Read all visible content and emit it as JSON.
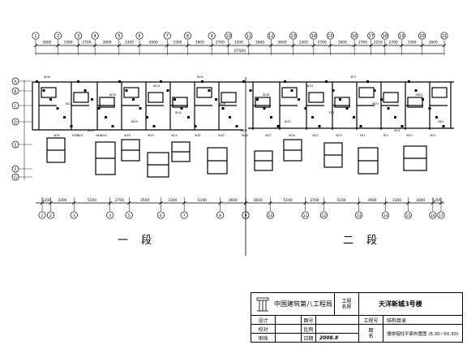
{
  "axes": {
    "top_dims": [
      "3600",
      "3300",
      "2700",
      "3900",
      "3300",
      "4500",
      "3300",
      "3900",
      "2700",
      "3300",
      "3600",
      "3600",
      "3300",
      "2700",
      "3900",
      "2700",
      "2250",
      "2700",
      "3300",
      "3600"
    ],
    "top_total": "67500",
    "bottom_dims_left": [
      "1200",
      "3300",
      "5100",
      "2700",
      "4500",
      "3300",
      "5100",
      "3600"
    ],
    "bottom_dims_right": [
      "3600",
      "5100",
      "2700",
      "5100",
      "3900",
      "3300",
      "3600",
      "1200"
    ],
    "row_labels": [
      "A",
      "B",
      "C",
      "D",
      "E",
      "F",
      "G"
    ]
  },
  "segments": {
    "one": "一 段",
    "two": "二 段"
  },
  "wall_tags": [
    "W30",
    "W21",
    "W20",
    "W29",
    "W25",
    "W24",
    "W31",
    "W32",
    "W26",
    "W27",
    "W28",
    "W22",
    "W23",
    "YD1",
    "BT1",
    "M20",
    "M21",
    "YBZ1",
    "NK1"
  ],
  "title_block": {
    "company": "中国建筑第八工程局",
    "project_key": [
      "工程",
      "名称"
    ],
    "project_value": "天洋新城3号楼",
    "design": "设计",
    "drawing_no": "图号",
    "job_no": "工程号",
    "job_no_value": "结构目录",
    "check": "校对",
    "scale": "比例",
    "review": "审核",
    "date": "日期",
    "date_value": "2008.8",
    "name_key": [
      "图",
      "名"
    ],
    "name_value": "墙体暗柱平面布置图 (8.30~50.30)"
  }
}
